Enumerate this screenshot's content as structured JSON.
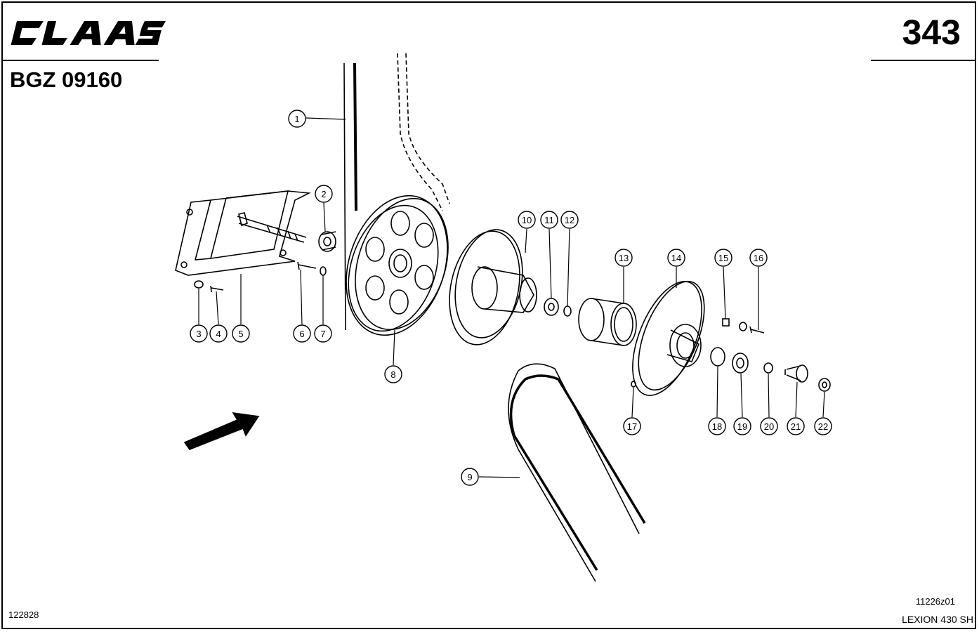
{
  "header": {
    "brand_logo_text": "CLAAS",
    "page_number": "343",
    "group_code": "BGZ 09160"
  },
  "footer": {
    "document_number": "122828",
    "drawing_code": "11226z01",
    "machine_model": "LEXION 430 SH"
  },
  "callouts": [
    "1",
    "2",
    "3",
    "4",
    "5",
    "6",
    "7",
    "8",
    "9",
    "10",
    "11",
    "12",
    "13",
    "14",
    "15",
    "16",
    "17",
    "18",
    "19",
    "20",
    "21",
    "22"
  ]
}
